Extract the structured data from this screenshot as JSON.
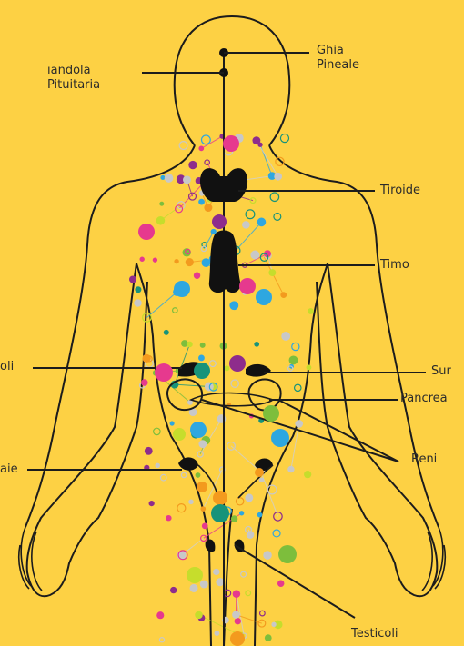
{
  "labels": {
    "pineal": "Ghia\nPineale",
    "pituitary": "ıandola\nPituitaria",
    "thyroid": "Tiroide",
    "thymus": "Timo",
    "adrenal_left": "oli",
    "adrenal_right": "Sur",
    "pancreas": "Pancrea",
    "kidneys": "Reni",
    "ovaries": "aie",
    "testicles": "Testicoli"
  },
  "colors": {
    "background": "#FDD144",
    "outline": "#1c1c1c",
    "organ": "#111111",
    "magenta": "#E6398E",
    "purple": "#8E2C8C",
    "blue": "#2EA7E0",
    "teal": "#17937A",
    "green": "#7DBE3C",
    "lime": "#C6DD2C",
    "orange": "#F39A1E",
    "grey": "#C8C8C8"
  }
}
